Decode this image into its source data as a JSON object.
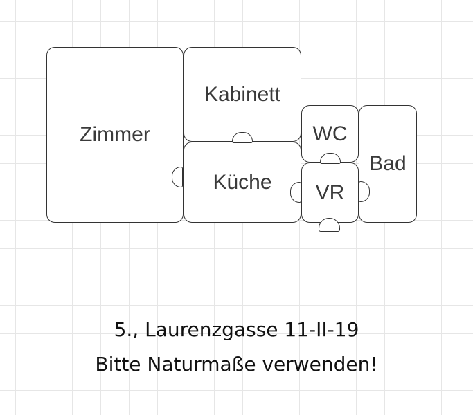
{
  "plan": {
    "rooms": {
      "zimmer": "Zimmer",
      "kabinett": "Kabinett",
      "kueche": "Küche",
      "wc": "WC",
      "vr": "VR",
      "bad": "Bad"
    }
  },
  "caption": {
    "address": "5., Laurenzgasse 11-II-19",
    "note": "Bitte Naturmaße verwenden!"
  }
}
